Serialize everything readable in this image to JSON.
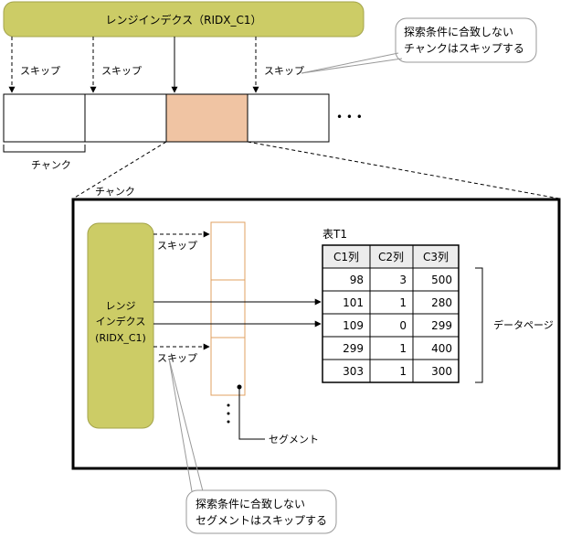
{
  "top": {
    "range_index_label": "レンジインデクス（RIDX_C1）",
    "skip_labels": [
      "スキップ",
      "スキップ",
      "スキップ"
    ],
    "callout": {
      "line1": "探索条件に合致しない",
      "line2": "チャンクはスキップする"
    },
    "ellipsis": "• • •",
    "chunk_bracket_label": "チャンク"
  },
  "detail": {
    "chunk_label": "チャンク",
    "index_box": {
      "line1": "レンジ",
      "line2": "インデクス",
      "line3": "(RIDX_C1)"
    },
    "skip_labels": [
      "スキップ",
      "スキップ"
    ],
    "segment_label": "セグメント",
    "data_page_label": "データページ",
    "table": {
      "title": "表T1",
      "headers": [
        "C1列",
        "C2列",
        "C3列"
      ],
      "rows": [
        [
          "98",
          "3",
          "500"
        ],
        [
          "101",
          "1",
          "280"
        ],
        [
          "109",
          "0",
          "299"
        ],
        [
          "299",
          "1",
          "400"
        ],
        [
          "303",
          "1",
          "300"
        ]
      ]
    }
  },
  "bottom_callout": {
    "line1": "探索条件に合致しない",
    "line2": "セグメントはスキップする"
  },
  "colors": {
    "index_fill": "#cccc66",
    "index_stroke": "#a3a34a",
    "highlight_chunk": "#f0c4a3",
    "segment_stroke": "#e0a060",
    "header_fill": "#ececec"
  }
}
